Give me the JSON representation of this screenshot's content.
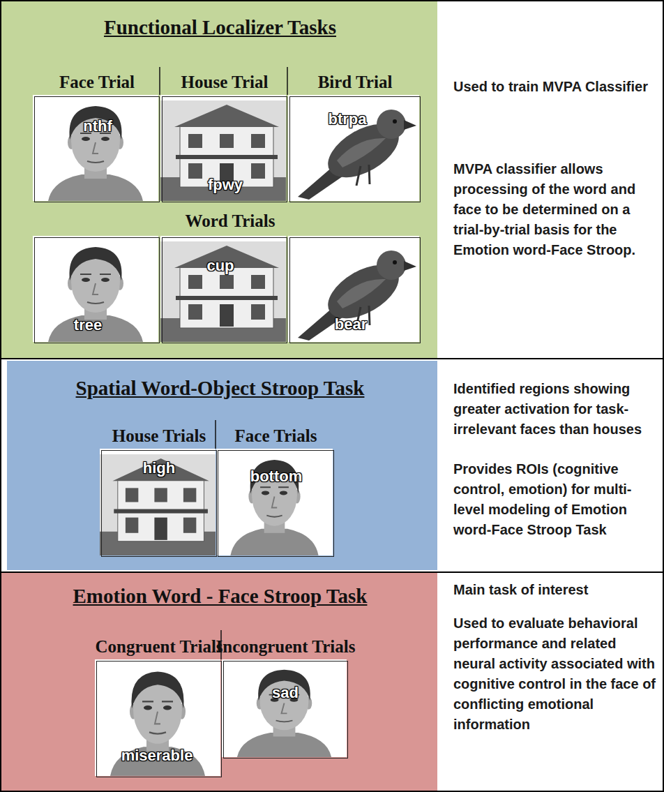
{
  "diagram": {
    "nodes": [
      {
        "text": [
          "Functional Localizer Tasks",
          "Used to train MVPA Classifier",
          "MVPA classifier allows processing of the word and face to be determined on a trial-by-trial basis for the Emotion word-Face Stroop."
        ]
      },
      {
        "text": [
          "Face Trial",
          "nthf"
        ],
        "in": 0
      },
      {
        "text": [
          "House Trial",
          "fpwy"
        ],
        "in": 0
      },
      {
        "text": [
          "Bird Trial",
          "btrpa"
        ],
        "in": 0
      },
      {
        "text": [
          "tree"
        ],
        "in": 0
      },
      {
        "text": [
          "cup"
        ],
        "in": 0
      },
      {
        "text": [
          "bear"
        ],
        "in": 0
      },
      {
        "text": [
          "Spatial Word-Object Stroop Task",
          "Identified regions showing greater activation for task-irrelevant faces than houses",
          "Provides ROIs (cognitive control, emotion) for multi-level modeling of Emotion word-Face Stroop Task"
        ]
      },
      {
        "text": [
          "House Trials",
          "high"
        ],
        "in": 7
      },
      {
        "text": [
          "Face Trials",
          "bottom"
        ],
        "in": 7
      },
      {
        "text": [
          "Emotion Word - Face Stroop Task",
          "Main task of interest",
          "Used to evaluate behavioral performance and related neural activity associated with cognitive control in the face of conflicting emotional information"
        ]
      },
      {
        "text": [
          "Congruent Trials",
          "miserable"
        ],
        "in": 10
      },
      {
        "text": [
          "Incongruent Trials",
          "sad"
        ],
        "in": 10
      }
    ],
    "labels": [
      "Word Trials"
    ]
  }
}
